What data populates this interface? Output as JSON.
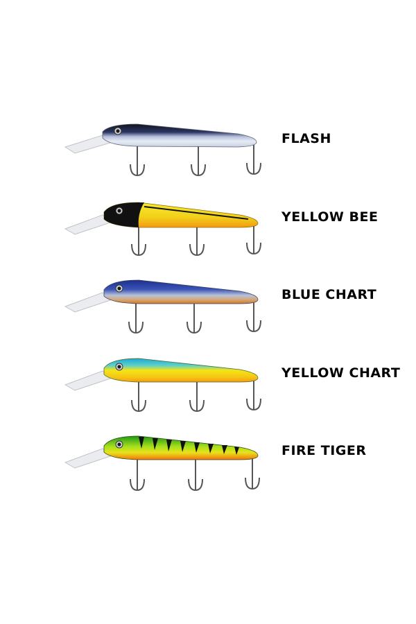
{
  "lures": [
    {
      "label": "FLASH",
      "colors": {
        "back": "#1a1f2e",
        "mid": "#9aa6c8",
        "belly": "#e9eef6",
        "eye": "#1b1b1b"
      }
    },
    {
      "label": "YELLOW BEE",
      "colors": {
        "back": "#f6e21a",
        "mid": "#f2d21a",
        "belly": "#f5a413",
        "eye": "#111111"
      }
    },
    {
      "label": "BLUE CHART",
      "colors": {
        "back": "#1f3aa6",
        "mid": "#8fa6c9",
        "belly": "#d98a3a",
        "eye": "#1b1b1b"
      }
    },
    {
      "label": "YELLOW CHART",
      "colors": {
        "back": "#22b7d4",
        "mid": "#f4e417",
        "belly": "#f6a10f",
        "eye": "#1b1b1b"
      }
    },
    {
      "label": "FIRE TIGER",
      "colors": {
        "back": "#2aa81a",
        "mid": "#b8e31a",
        "belly": "#f07a10",
        "eye": "#1b1b1b"
      }
    }
  ]
}
